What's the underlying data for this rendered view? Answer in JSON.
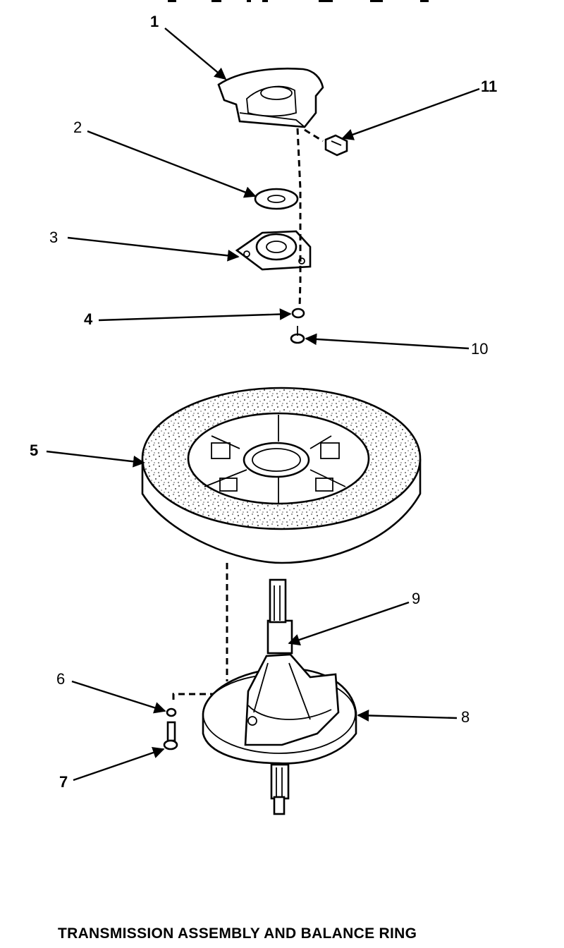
{
  "callouts": {
    "c1": "1",
    "c2": "2",
    "c3": "3",
    "c4": "4",
    "c5": "5",
    "c6": "6",
    "c7": "7",
    "c8": "8",
    "c9": "9",
    "c10": "10",
    "c11": "11"
  },
  "caption": "TRANSMISSION ASSEMBLY AND BALANCE RING"
}
